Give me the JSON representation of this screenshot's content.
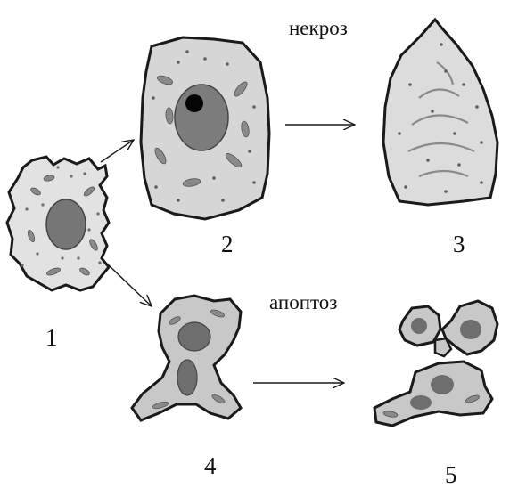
{
  "labels": {
    "necrosis": "некроз",
    "apoptosis": "апоптоз",
    "n1": "1",
    "n2": "2",
    "n3": "3",
    "n4": "4",
    "n5": "5"
  },
  "colors": {
    "outline": "#1a1a1a",
    "cytoplasm_light": "#e4e4e4",
    "cytoplasm_dark": "#c4c4c4",
    "nucleus": "#7a7a7a",
    "nucleolus": "#050505",
    "organelle": "#8a8a8a",
    "arrow": "#1a1a1a"
  }
}
